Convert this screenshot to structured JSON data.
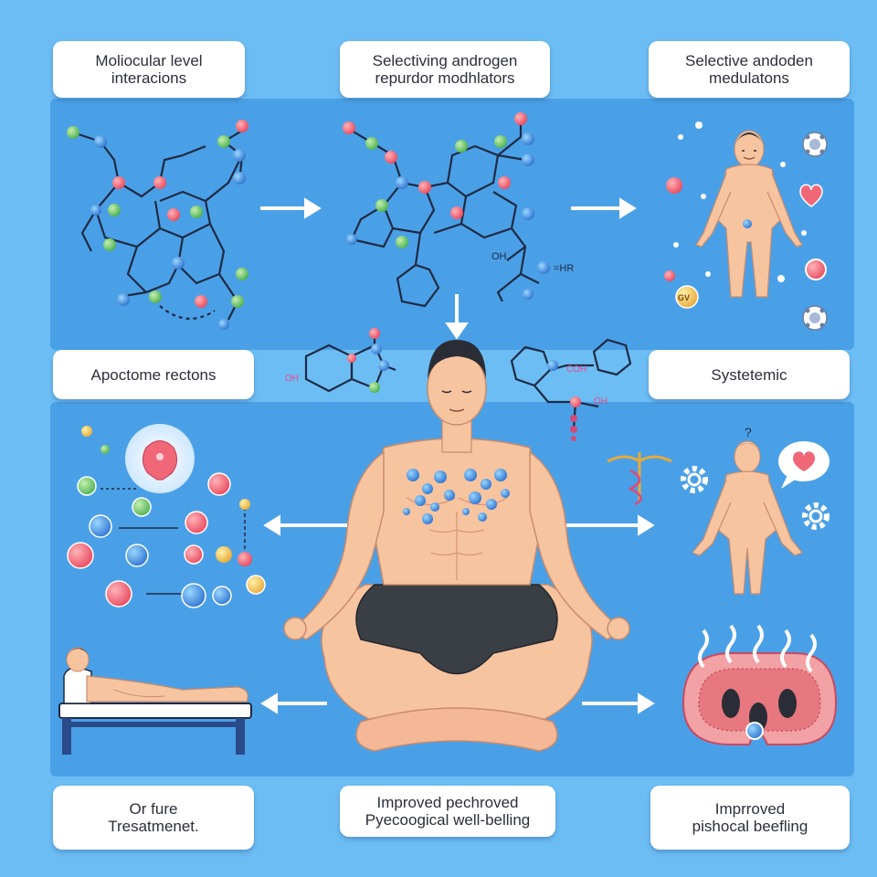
{
  "labels": {
    "molecular": {
      "line1": "Moliocular level",
      "line2": "interacions"
    },
    "sarm": {
      "line1": "Selectiving androgen",
      "line2": "repurdor modhlators"
    },
    "selective": {
      "line1": "Selective andoden",
      "line2": "medulatons"
    },
    "apoptosis": {
      "line1": "Apoctome rectons"
    },
    "systemic": {
      "line1": "Systetemic"
    },
    "future": {
      "line1": "Or fure",
      "line2": "Tresatmenet."
    },
    "improved_center": {
      "line1": "Improved pechroved",
      "line2": "Pyecoogical well-belling"
    },
    "improved_right": {
      "line1": "Imprroved",
      "line2": "pishocal beefling"
    }
  },
  "molecule_text": {
    "oh_left": "OH",
    "oh_mid": "OH",
    "nr": "=HR",
    "co_right": "COH",
    "oh_small": "OH"
  },
  "pill_text": {
    "gv": "GV"
  },
  "question_mark": "?",
  "colors": {
    "bg": "#6cbdf3",
    "panel": "#4aa0e6",
    "skin": "#f7c4a0",
    "shorts": "#3a3f46",
    "label_bg": "#ffffff"
  }
}
